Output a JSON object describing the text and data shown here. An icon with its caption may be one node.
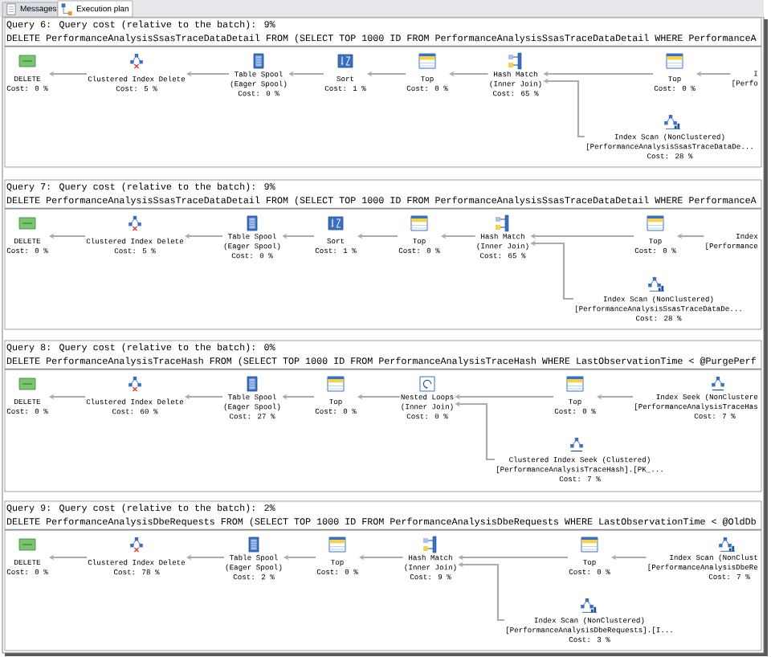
{
  "diagram": {
    "nodes": [
      {
        "text": [
          "Query 6: Query cost (relative to the batch): 9%",
          "DELETE PerformanceAnalysisSsasTraceDataDetail FROM (SELECT TOP 1000 ID FROM PerformanceAnalysisSsasTraceDataDetail WHERE PerformanceA"
        ]
      },
      {
        "text": [
          "DELETE",
          "Cost: 0 %"
        ],
        "in": 0
      },
      {
        "text": [
          "Clustered Index Delete",
          "Cost: 5 %"
        ],
        "in": 0
      },
      {
        "text": [
          "Table Spool",
          "(Eager Spool)",
          "Cost: 0 %"
        ],
        "in": 0
      },
      {
        "text": [
          "Sort",
          "Cost: 1 %"
        ],
        "in": 0
      },
      {
        "text": [
          "Top",
          "Cost: 0 %"
        ],
        "in": 0
      },
      {
        "text": [
          "Hash Match",
          "(Inner Join)",
          "Cost: 65 %"
        ],
        "in": 0
      },
      {
        "text": [
          "Top",
          "Cost: 0 %"
        ],
        "in": 0
      },
      {
        "text": [
          "I",
          "[Perfo"
        ],
        "in": 0
      },
      {
        "text": [
          "Index Scan (NonClustered)",
          "[PerformanceAnalysisSsasTraceDataDe...",
          "Cost: 28 %"
        ],
        "in": 0
      },
      {
        "text": [
          "Query 7: Query cost (relative to the batch): 9%",
          "DELETE PerformanceAnalysisSsasTraceDataDetail FROM (SELECT TOP 1000 ID FROM PerformanceAnalysisSsasTraceDataDetail WHERE PerformanceA"
        ]
      },
      {
        "text": [
          "DELETE",
          "Cost: 0 %"
        ],
        "in": 10
      },
      {
        "text": [
          "Clustered Index Delete",
          "Cost: 5 %"
        ],
        "in": 10
      },
      {
        "text": [
          "Table Spool",
          "(Eager Spool)",
          "Cost: 0 %"
        ],
        "in": 10
      },
      {
        "text": [
          "Sort",
          "Cost: 1 %"
        ],
        "in": 10
      },
      {
        "text": [
          "Top",
          "Cost: 0 %"
        ],
        "in": 10
      },
      {
        "text": [
          "Hash Match",
          "(Inner Join)",
          "Cost: 65 %"
        ],
        "in": 10
      },
      {
        "text": [
          "Top",
          "Cost: 0 %"
        ],
        "in": 10
      },
      {
        "text": [
          "Index",
          "[Performance"
        ],
        "in": 10
      },
      {
        "text": [
          "Index Scan (NonClustered)",
          "[PerformanceAnalysisSsasTraceDataDe...",
          "Cost: 28 %"
        ],
        "in": 10
      },
      {
        "text": [
          "Query 8: Query cost (relative to the batch): 0%",
          "DELETE PerformanceAnalysisTraceHash FROM (SELECT TOP 1000 ID FROM PerformanceAnalysisTraceHash WHERE LastObservationTime < @PurgePerf"
        ]
      },
      {
        "text": [
          "DELETE",
          "Cost: 0 %"
        ],
        "in": 20
      },
      {
        "text": [
          "Clustered Index Delete",
          "Cost: 60 %"
        ],
        "in": 20
      },
      {
        "text": [
          "Table Spool",
          "(Eager Spool)",
          "Cost: 27 %"
        ],
        "in": 20
      },
      {
        "text": [
          "Top",
          "Cost: 0 %"
        ],
        "in": 20
      },
      {
        "text": [
          "Nested Loops",
          "(Inner Join)",
          "Cost: 0 %"
        ],
        "in": 20
      },
      {
        "text": [
          "Top",
          "Cost: 0 %"
        ],
        "in": 20
      },
      {
        "text": [
          "Index Seek (NonClustere",
          "[PerformanceAnalysisTraceHas",
          "Cost: 7 %"
        ],
        "in": 20
      },
      {
        "text": [
          "Clustered Index Seek (Clustered)",
          "[PerformanceAnalysisTraceHash].[PK_...",
          "Cost: 7 %"
        ],
        "in": 20
      },
      {
        "text": [
          "Query 9: Query cost (relative to the batch): 2%",
          "DELETE PerformanceAnalysisDbeRequests FROM (SELECT TOP 1000 ID FROM PerformanceAnalysisDbeRequests WHERE LastObservationTime < @OldDb"
        ]
      },
      {
        "text": [
          "DELETE",
          "Cost: 0 %"
        ],
        "in": 29
      },
      {
        "text": [
          "Clustered Index Delete",
          "Cost: 78 %"
        ],
        "in": 29
      },
      {
        "text": [
          "Table Spool",
          "(Eager Spool)",
          "Cost: 2 %"
        ],
        "in": 29
      },
      {
        "text": [
          "Top",
          "Cost: 0 %"
        ],
        "in": 29
      },
      {
        "text": [
          "Hash Match",
          "(Inner Join)",
          "Cost: 9 %"
        ],
        "in": 29
      },
      {
        "text": [
          "Top",
          "Cost: 0 %"
        ],
        "in": 29
      },
      {
        "text": [
          "Index Scan (NonClust",
          "[PerformanceAnalysisDbeRe",
          "Cost: 7 %"
        ],
        "in": 29
      },
      {
        "text": [
          "Index Scan (NonClustered)",
          "[PerformanceAnalysisDbeRequests].[I...",
          "Cost: 3 %"
        ],
        "in": 29
      }
    ],
    "edges": [
      {
        "from": 2,
        "to": 1,
        "arrow": "to"
      },
      {
        "from": 3,
        "to": 2,
        "arrow": "to"
      },
      {
        "from": 4,
        "to": 3,
        "arrow": "to"
      },
      {
        "from": 5,
        "to": 4,
        "arrow": "to"
      },
      {
        "from": 6,
        "to": 5,
        "arrow": "to"
      },
      {
        "from": 7,
        "to": 6,
        "arrow": "to"
      },
      {
        "from": 8,
        "to": 7,
        "arrow": "to"
      },
      {
        "from": 9,
        "to": 6,
        "arrow": "to"
      },
      {
        "from": 12,
        "to": 11,
        "arrow": "to"
      },
      {
        "from": 13,
        "to": 12,
        "arrow": "to"
      },
      {
        "from": 14,
        "to": 13,
        "arrow": "to"
      },
      {
        "from": 15,
        "to": 14,
        "arrow": "to"
      },
      {
        "from": 16,
        "to": 15,
        "arrow": "to"
      },
      {
        "from": 17,
        "to": 16,
        "arrow": "to"
      },
      {
        "from": 18,
        "to": 17,
        "arrow": "to"
      },
      {
        "from": 19,
        "to": 16,
        "arrow": "to"
      },
      {
        "from": 22,
        "to": 21,
        "arrow": "to"
      },
      {
        "from": 23,
        "to": 22,
        "arrow": "to"
      },
      {
        "from": 24,
        "to": 23,
        "arrow": "to"
      },
      {
        "from": 25,
        "to": 24,
        "arrow": "to"
      },
      {
        "from": 26,
        "to": 25,
        "arrow": "to"
      },
      {
        "from": 27,
        "to": 26,
        "arrow": "to"
      },
      {
        "from": 28,
        "to": 25,
        "arrow": "to"
      },
      {
        "from": 31,
        "to": 30,
        "arrow": "to"
      },
      {
        "from": 32,
        "to": 31,
        "arrow": "to"
      },
      {
        "from": 33,
        "to": 32,
        "arrow": "to"
      },
      {
        "from": 34,
        "to": 33,
        "arrow": "to"
      },
      {
        "from": 35,
        "to": 34,
        "arrow": "to"
      },
      {
        "from": 36,
        "to": 35,
        "arrow": "to"
      },
      {
        "from": 37,
        "to": 34,
        "arrow": "to"
      }
    ],
    "labels": [
      "Messages",
      "Execution plan"
    ]
  }
}
